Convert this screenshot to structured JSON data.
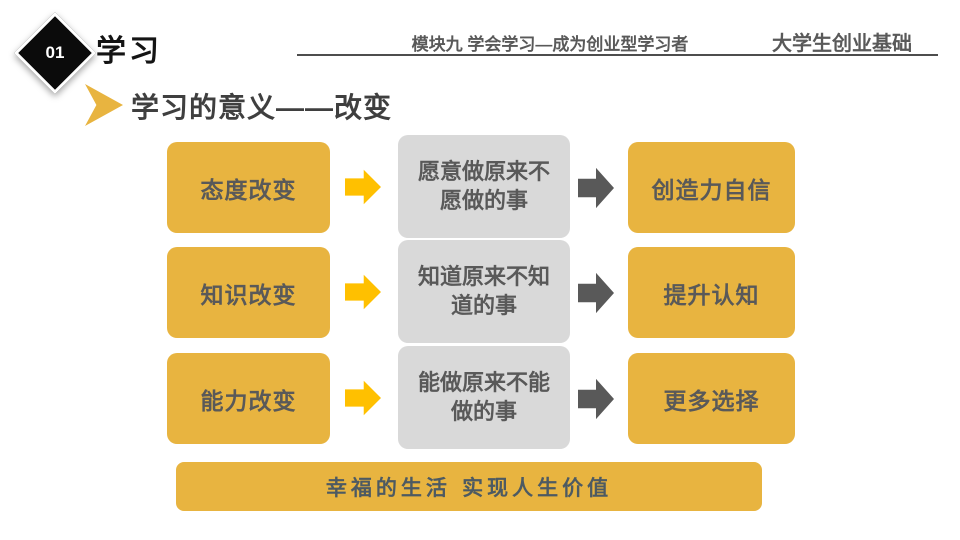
{
  "badge": {
    "number": "01"
  },
  "header": {
    "section_title": "学习",
    "module_title": "模块九 学会学习—成为创业型学习者",
    "course_title": "大学生创业基础"
  },
  "heading": {
    "title": "学习的意义——改变"
  },
  "diagram": {
    "rows": [
      {
        "cause": "态度改变",
        "effect": "愿意做原来不愿做的事",
        "result": "创造力自信"
      },
      {
        "cause": "知识改变",
        "effect": "知道原来不知道的事",
        "result": "提升认知"
      },
      {
        "cause": "能力改变",
        "effect": "能做原来不能做的事",
        "result": "更多选择"
      }
    ]
  },
  "banner": {
    "text": "幸福的生活  实现人生价值"
  },
  "colors": {
    "accent_gold": "#E8B440",
    "arrow_yellow": "#FFC000",
    "effect_gray": "#D9D9D9",
    "text_dark_gray": "#595959",
    "badge_black": "#0b0b0b"
  }
}
